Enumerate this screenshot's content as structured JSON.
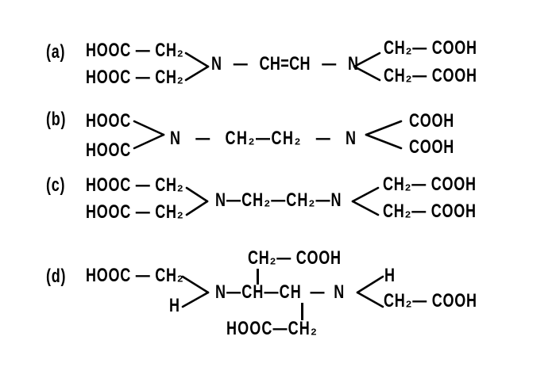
{
  "figure": {
    "description_labels": [
      "(a)",
      "(b)",
      "(c)",
      "(d)"
    ],
    "ink_color": "#000000",
    "background_color": "#ffffff"
  },
  "structures": {
    "a": {
      "label": "(a)",
      "left_top": "HOOC — CH₂",
      "left_bottom": "HOOC — CH₂",
      "chain": "N — CH=CH — N",
      "right_top": "CH₂— COOH",
      "right_bottom": "CH₂— COOH"
    },
    "b": {
      "label": "(b)",
      "left_top": "HOOC",
      "left_bottom": "HOOC",
      "chain": "N — CH₂—CH₂ — N",
      "right_top": "COOH",
      "right_bottom": "COOH"
    },
    "c": {
      "label": "(c)",
      "left_top": "HOOC — CH₂",
      "left_bottom": "HOOC — CH₂",
      "chain": "N—CH₂—CH₂—N",
      "right_top": "CH₂— COOH",
      "right_bottom": "CH₂— COOH"
    },
    "d": {
      "label": "(d)",
      "top_branch": "CH₂— COOH",
      "left_top": "HOOC — CH₂",
      "left_bottom": "H",
      "chain": "N—CH—CH — N",
      "right_top": "H",
      "right_bottom": "CH₂— COOH",
      "bottom_branch": "HOOC—CH₂"
    }
  }
}
